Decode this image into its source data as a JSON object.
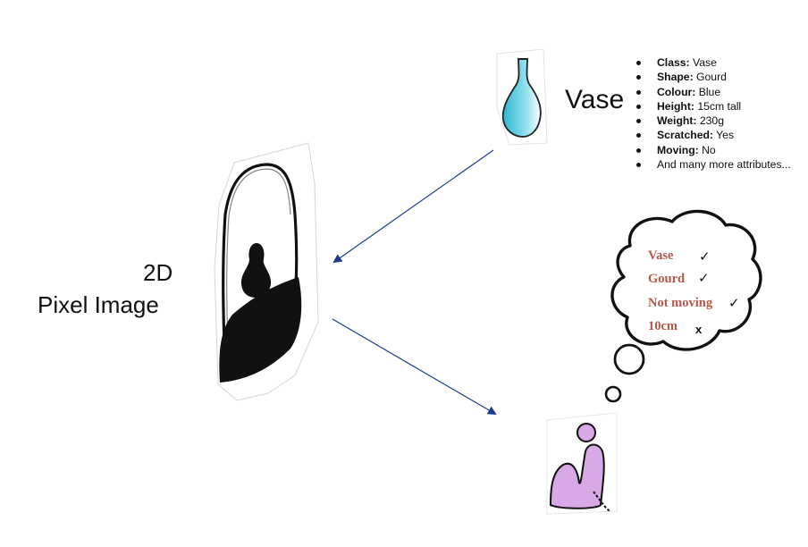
{
  "left_label": {
    "line1": "2D",
    "line2": "Pixel Image"
  },
  "vase_label": "Vase",
  "attributes": [
    {
      "key": "Class:",
      "value": " Vase"
    },
    {
      "key": "Shape:",
      "value": " Gourd"
    },
    {
      "key": "Colour:",
      "value": " Blue"
    },
    {
      "key": "Height:",
      "value": " 15cm tall"
    },
    {
      "key": "Weight:",
      "value": " 230g"
    },
    {
      "key": "Scratched:",
      "value": " Yes"
    },
    {
      "key": "Moving:",
      "value": " No"
    },
    {
      "key": "",
      "value": "And many more attributes..."
    }
  ],
  "thought_bubble": [
    {
      "text": "Vase",
      "mark": "✓"
    },
    {
      "text": "Gourd",
      "mark": "✓"
    },
    {
      "text": "Not moving",
      "mark": "✓"
    },
    {
      "text": "10cm",
      "mark": "x"
    }
  ],
  "colors": {
    "arrow": "#1f3c8a",
    "vase_fill": "#5cc8dc",
    "person_fill": "#d8a9e6",
    "thought_text": "#b5574a",
    "shadow": "#111111"
  }
}
